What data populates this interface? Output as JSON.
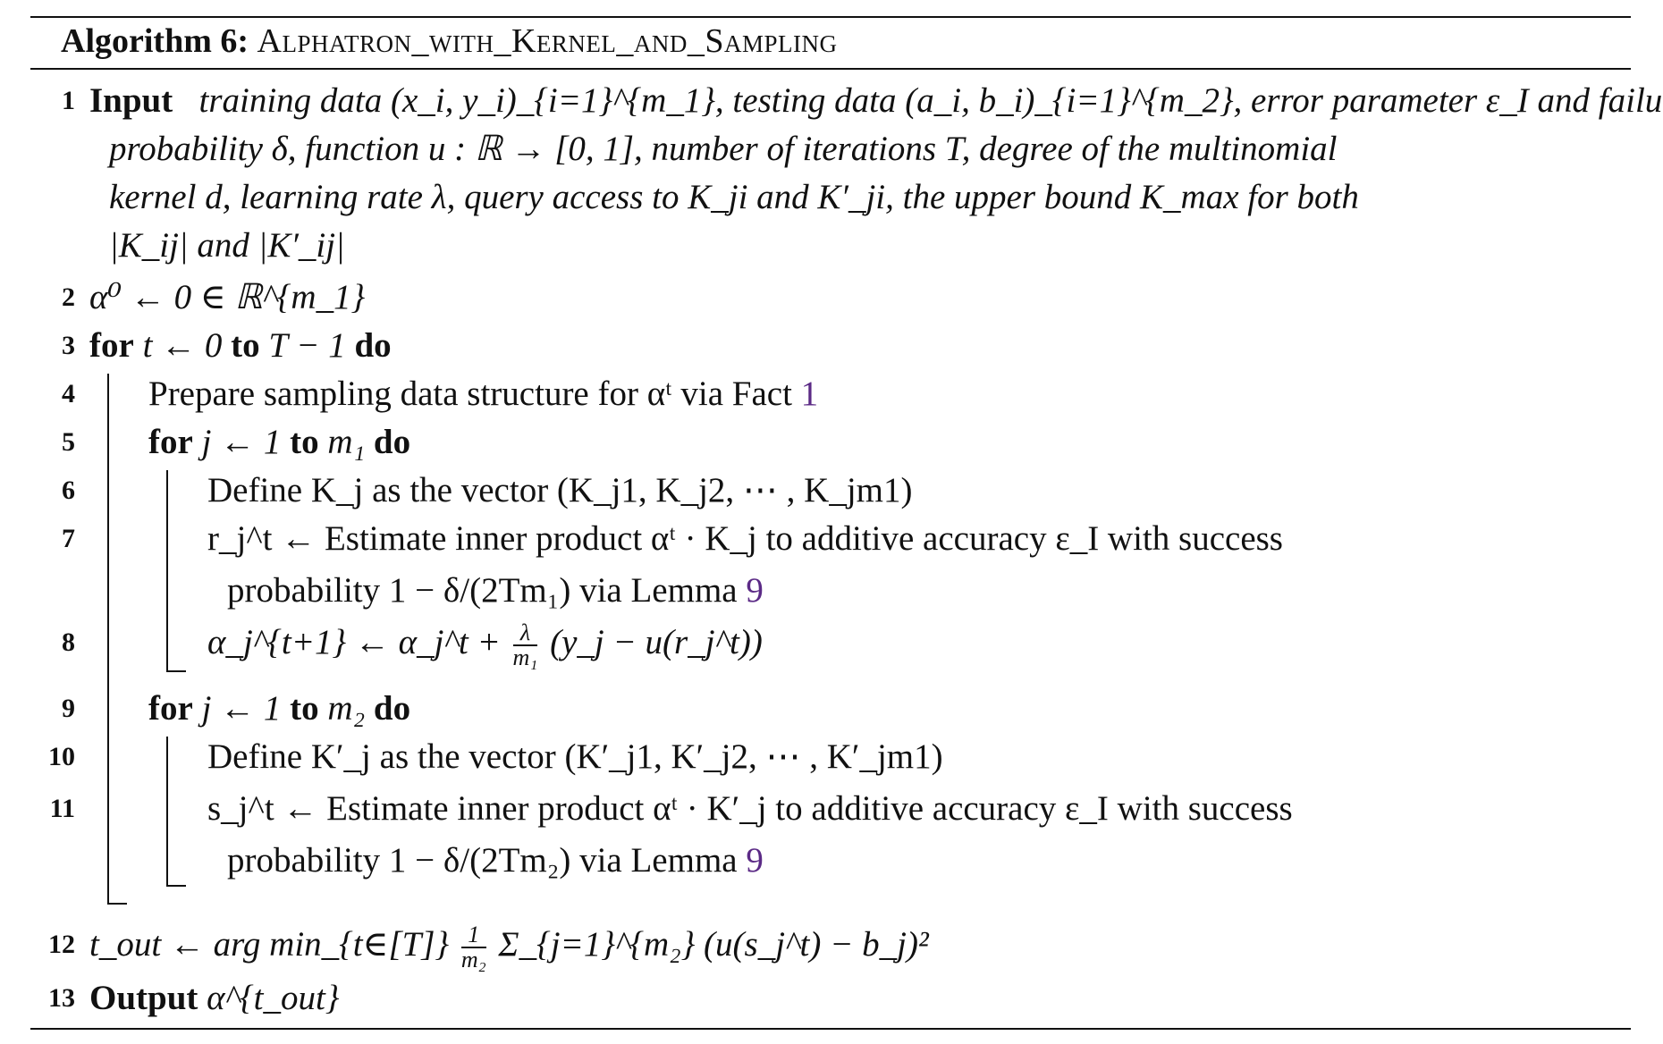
{
  "algorithm": {
    "label": "Algorithm 6:",
    "name": "Alphatron_with_Kernel_and_Sampling"
  },
  "lines": {
    "n1": "1",
    "n2": "2",
    "n3": "3",
    "n4": "4",
    "n5": "5",
    "n6": "6",
    "n7": "7",
    "n8": "8",
    "n9": "9",
    "n10": "10",
    "n11": "11",
    "n12": "12",
    "n13": "13",
    "input_kw": "Input",
    "input_l1": "training data (x_i, y_i)_{i=1}^{m_1}, testing data (a_i, b_i)_{i=1}^{m_2}, error parameter ε_I and failure",
    "input_l2": "probability δ, function u : ℝ → [0, 1], number of iterations T, degree of the multinomial",
    "input_l3": "kernel d, learning rate λ, query access to K_ji and K′_ji, the upper bound K_max for both",
    "input_l4": "|K_ij| and |K′_ij|",
    "l2": "α⁰ ← 0 ∈ ℝ^{m_1}",
    "l3_for": "for",
    "l3_mid": "t ← 0",
    "l3_to": "to",
    "l3_end": "T − 1",
    "l3_do": "do",
    "l4_text": "Prepare sampling data structure for αᵗ via Fact",
    "l4_ref": "1",
    "l5_for": "for",
    "l5_mid": "j ← 1",
    "l5_to": "to",
    "l5_end": "m₁",
    "l5_do": "do",
    "l6": "Define K_j as the vector (K_j1, K_j2, ⋯ , K_jm1)",
    "l7": "r_j^t ← Estimate inner product αᵗ · K_j to additive accuracy ε_I with success",
    "l7b_text": "probability 1 − δ/(2Tm₁) via Lemma",
    "l7b_ref": "9",
    "l8_left": "α_j^{t+1} ← α_j^t +",
    "l8_num": "λ",
    "l8_den": "m₁",
    "l8_right": "(y_j − u(r_j^t))",
    "l9_for": "for",
    "l9_mid": "j ← 1",
    "l9_to": "to",
    "l9_end": "m₂",
    "l9_do": "do",
    "l10": "Define K′_j as the vector (K′_j1, K′_j2, ⋯ , K′_jm1)",
    "l11": "s_j^t ← Estimate inner product αᵗ · K′_j to additive accuracy ε_I with success",
    "l11b_text": "probability 1 − δ/(2Tm₂) via Lemma",
    "l11b_ref": "9",
    "l12_left": "t_out ← arg min_{t∈[T]}",
    "l12_num": "1",
    "l12_den": "m₂",
    "l12_right": "Σ_{j=1}^{m₂} (u(s_j^t) − b_j)²",
    "output_kw": "Output",
    "output_val": "α^{t_out}"
  }
}
